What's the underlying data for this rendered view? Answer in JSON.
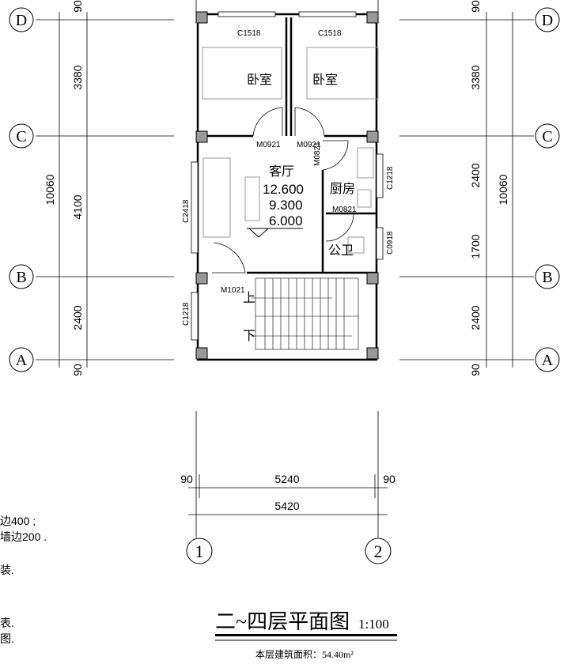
{
  "grid_axes": {
    "rows": [
      "D",
      "C",
      "B",
      "A"
    ],
    "cols": [
      "1",
      "2"
    ]
  },
  "left_dims": {
    "top": "90",
    "d_c": "3380",
    "c_b": "4100",
    "b_a": "2400",
    "total": "10060",
    "bottom": "90"
  },
  "right_dims": {
    "top": "90",
    "d_c": "3380",
    "c_mid": "2400",
    "mid_b": "1700",
    "b_a": "2400",
    "total": "10060",
    "bottom": "90"
  },
  "bottom_dims": {
    "left": "90",
    "span": "5240",
    "right": "90",
    "total": "5420"
  },
  "rooms": {
    "bedroom_left": "卧室",
    "bedroom_right": "卧室",
    "living": "客厅",
    "kitchen": "厨房",
    "toilet": "公卫",
    "stair_up": "上",
    "stair_down": "下"
  },
  "elevations": [
    "12.600",
    "9.300",
    "6.000"
  ],
  "openings": {
    "win_top_left": "C1518",
    "win_top_right": "C1518",
    "door_bed_left": "M0921",
    "door_bed_right": "M0921",
    "door_kitchen": "M0821",
    "door_toilet": "M0821",
    "win_kitchen": "C1218",
    "win_toilet": "C0918",
    "win_living": "C2418",
    "win_stair": "C1218",
    "door_entry": "M1021"
  },
  "notes": [
    "边400 ;",
    "墙边200 .",
    "装.",
    "表.",
    "图."
  ],
  "title": {
    "main": "二~四层平面图",
    "scale": "1:100",
    "area": "本层建筑面积：54.40m²"
  }
}
